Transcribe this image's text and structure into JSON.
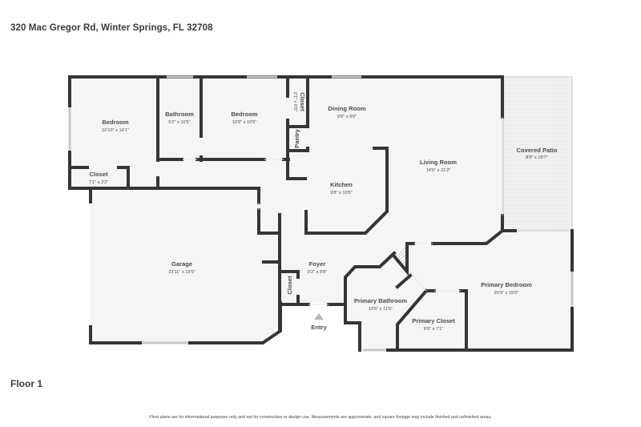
{
  "header": {
    "address": "320 Mac Gregor Rd, Winter Springs, FL 32708"
  },
  "floor": {
    "label": "Floor 1"
  },
  "rooms": [
    {
      "id": "bedroom-1",
      "name": "Bedroom",
      "dims": "10'10\" x 14'1\""
    },
    {
      "id": "bathroom",
      "name": "Bathroom",
      "dims": "5'2\" x 10'5\""
    },
    {
      "id": "bedroom-2",
      "name": "Bedroom",
      "dims": "10'9\" x 10'5\""
    },
    {
      "id": "closet-hall",
      "name": "Closet",
      "dims": "2'1\" x 6'0\""
    },
    {
      "id": "pantry",
      "name": "Pantry",
      "dims": ""
    },
    {
      "id": "dining-room",
      "name": "Dining Room",
      "dims": "9'8\" x 9'0\""
    },
    {
      "id": "closet-bedroom",
      "name": "Closet",
      "dims": "7'1\" x 2'2\""
    },
    {
      "id": "kitchen",
      "name": "Kitchen",
      "dims": "9'8\" x 10'6\""
    },
    {
      "id": "living-room",
      "name": "Living Room",
      "dims": "14'5\" x 21'2\""
    },
    {
      "id": "covered-patio",
      "name": "Covered Patio",
      "dims": "8'9\" x 19'7\""
    },
    {
      "id": "garage",
      "name": "Garage",
      "dims": "23'11\" x 19'5\""
    },
    {
      "id": "foyer",
      "name": "Foyer",
      "dims": "9'2\" x 8'8\""
    },
    {
      "id": "closet-foyer",
      "name": "Closet",
      "dims": ""
    },
    {
      "id": "primary-bedroom",
      "name": "Primary Bedroom",
      "dims": "20'9\" x 15'0\""
    },
    {
      "id": "primary-bathroom",
      "name": "Primary Bathroom",
      "dims": "10'5\" x 11'5\""
    },
    {
      "id": "primary-closet",
      "name": "Primary Closet",
      "dims": "8'6\" x 7'1\""
    }
  ],
  "entry": {
    "label": "Entry"
  },
  "footer": {
    "disclaimer": "Floor plans are for informational purposes only and not for construction or design use. Measurements are approximate, and square footage may include finished and unfinished areas."
  },
  "colors": {
    "wall": "#353535",
    "floor": "#f4f4f4",
    "patio": "#eeeeee",
    "background": "#ffffff"
  }
}
